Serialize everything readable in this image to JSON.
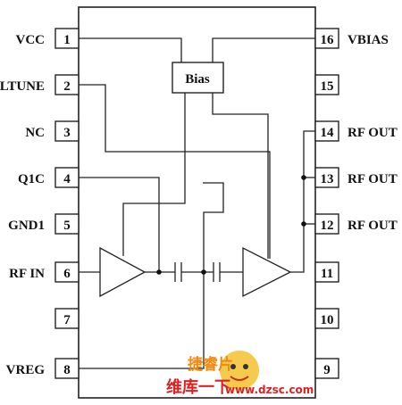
{
  "left_pins": [
    {
      "num": "1",
      "name": "VCC"
    },
    {
      "num": "2",
      "name": "LTUNE"
    },
    {
      "num": "3",
      "name": "NC"
    },
    {
      "num": "4",
      "name": "Q1C"
    },
    {
      "num": "5",
      "name": "GND1"
    },
    {
      "num": "6",
      "name": "RF  IN"
    },
    {
      "num": "7",
      "name": ""
    },
    {
      "num": "8",
      "name": "VREG"
    }
  ],
  "right_pins": [
    {
      "num": "16",
      "name": "VBIAS"
    },
    {
      "num": "15",
      "name": ""
    },
    {
      "num": "14",
      "name": "RF OUT"
    },
    {
      "num": "13",
      "name": "RF OUT"
    },
    {
      "num": "12",
      "name": "RF OUT"
    },
    {
      "num": "11",
      "name": ""
    },
    {
      "num": "10",
      "name": ""
    },
    {
      "num": "9",
      "name": ""
    }
  ],
  "bias_block": {
    "label": "Bias"
  },
  "watermark": {
    "line1": "捷睿片",
    "line2": "维库一下",
    "url": "www.dzsc.com",
    "color_red": "#e02020",
    "color_orange": "#f08a10"
  }
}
